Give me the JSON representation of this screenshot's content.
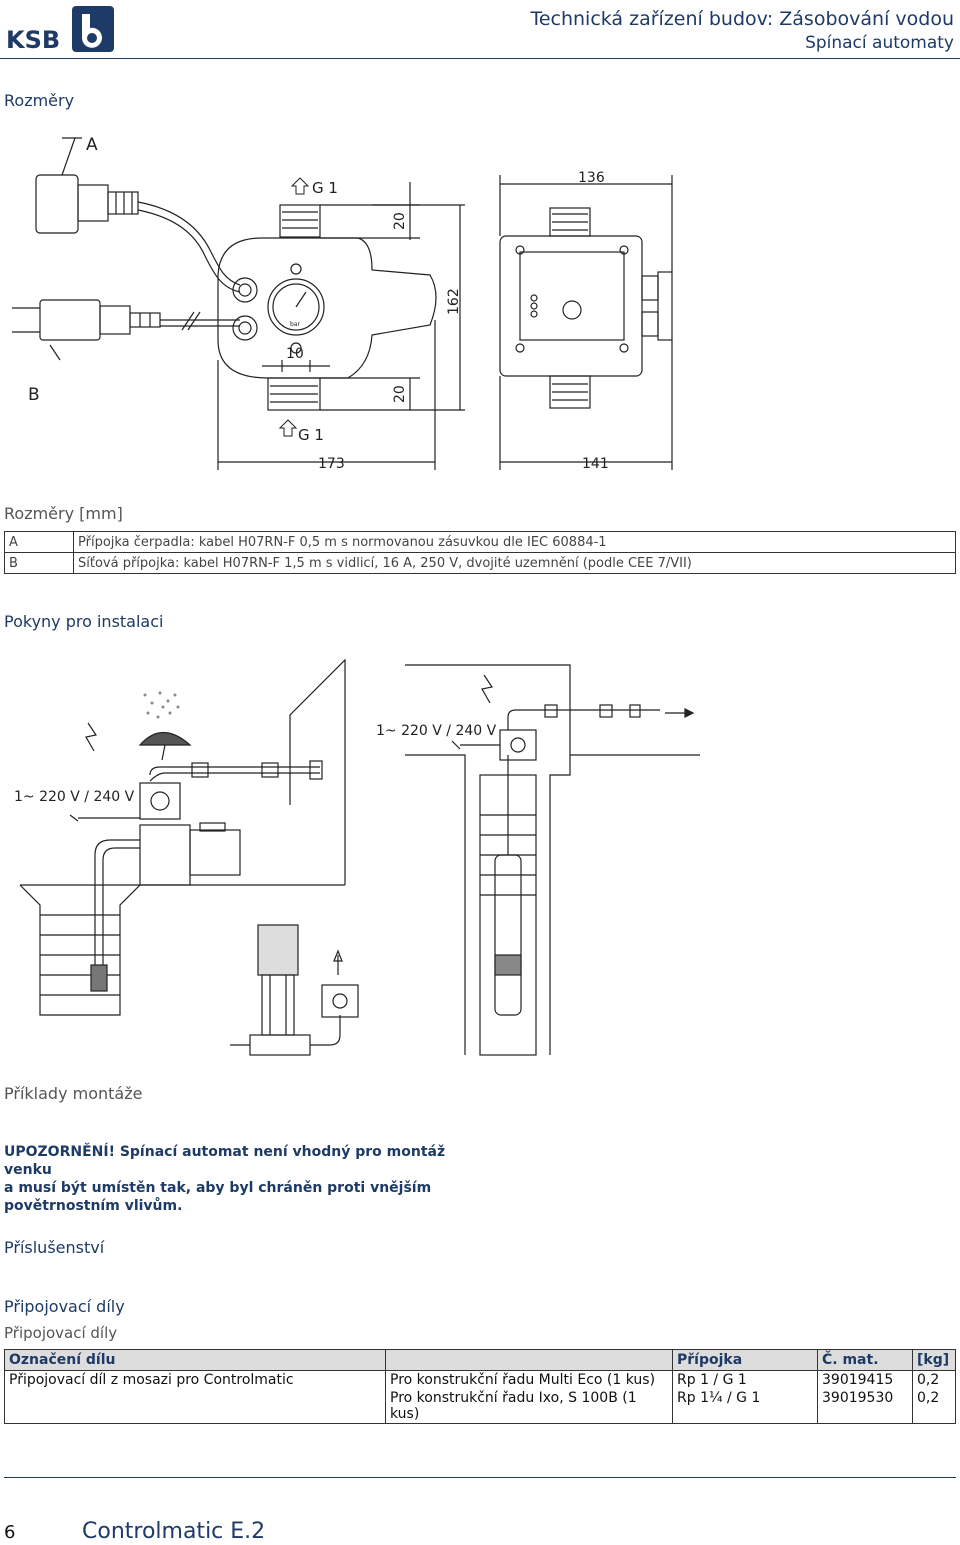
{
  "header": {
    "logo_text": "KSB",
    "title": "Technická zařízení budov: Zásobování vodou",
    "subtitle": "Spínací automaty"
  },
  "sections": {
    "dimensions_heading": "Rozměry",
    "dimensions_caption": "Rozměry [mm]",
    "install_heading": "Pokyny pro instalaci",
    "install_caption": "Příklady montáže",
    "accessories_heading": "Příslušenství",
    "connectors_heading": "Připojovací díly",
    "connectors_caption": "Připojovací díly"
  },
  "dimension_drawing": {
    "label_a": "A",
    "label_b": "B",
    "thread_top": "G 1",
    "thread_bottom": "G 1",
    "dim_20_top": "20",
    "dim_162": "162",
    "dim_10": "10",
    "dim_20_bottom": "20",
    "dim_173": "173",
    "dim_136": "136",
    "dim_141": "141",
    "gauge_unit": "bar"
  },
  "legend": [
    {
      "key": "A",
      "text": "Přípojka čerpadla: kabel H07RN-F 0,5 m s normovanou zásuvkou dle IEC 60884-1"
    },
    {
      "key": "B",
      "text": "Síťová přípojka: kabel H07RN-F 1,5 m s vidlicí, 16 A, 250 V, dvojité uzemnění (podle CEE 7/VII)"
    }
  ],
  "install_drawing": {
    "voltage_left": "1~  220 V / 240 V",
    "voltage_right": "1~  220 V / 240 V"
  },
  "warning": {
    "line1": "UPOZORNĚNÍ! Spínací automat není vhodný pro montáž venku",
    "line2": "a musí být umístěn tak, aby byl chráněn proti vnějším",
    "line3": "povětrnostním vlivům."
  },
  "accessories_table": {
    "headers": [
      "Označení dílu",
      "",
      "Přípojka",
      "Č. mat.",
      "[kg]"
    ],
    "rows": [
      [
        "Připojovací díl z mosazi pro Controlmatic",
        "Pro konstrukční řadu Multi Eco (1 kus)",
        "Rp 1 / G 1",
        "39019415",
        "0,2"
      ],
      [
        "",
        "Pro konstrukční řadu Ixo, S 100B (1 kus)",
        "Rp 1¼ / G 1",
        "39019530",
        "0,2"
      ]
    ]
  },
  "footer": {
    "page_number": "6",
    "product": "Controlmatic E.2"
  },
  "colors": {
    "brand_blue": "#1e3a66",
    "table_header_bg": "#dddddd"
  }
}
